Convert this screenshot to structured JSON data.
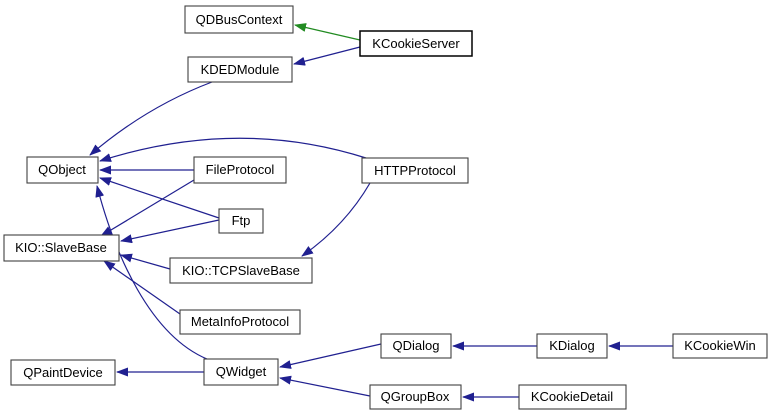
{
  "diagram": {
    "kind": "class-inheritance-graph",
    "background": "#ffffff",
    "colors": {
      "public_edge": "#202090",
      "protected_edge": "#228b22",
      "node_border": "#404040",
      "node_border_focus": "#000000",
      "node_fill": "#ffffff",
      "text": "#000000"
    },
    "nodes": {
      "qdbuscontext": {
        "label": "QDBusContext"
      },
      "kcookieserver": {
        "label": "KCookieServer"
      },
      "kdedmodule": {
        "label": "KDEDModule"
      },
      "qobject": {
        "label": "QObject"
      },
      "fileprotocol": {
        "label": "FileProtocol"
      },
      "httpprotocol": {
        "label": "HTTPProtocol"
      },
      "ftp": {
        "label": "Ftp"
      },
      "kioslavebase": {
        "label": "KIO::SlaveBase"
      },
      "kiotcpslavebase": {
        "label": "KIO::TCPSlaveBase"
      },
      "metainfoprotocol": {
        "label": "MetaInfoProtocol"
      },
      "qpaintdevice": {
        "label": "QPaintDevice"
      },
      "qwidget": {
        "label": "QWidget"
      },
      "qdialog": {
        "label": "QDialog"
      },
      "kdialog": {
        "label": "KDialog"
      },
      "kcookiewin": {
        "label": "KCookieWin"
      },
      "qgroupbox": {
        "label": "QGroupBox"
      },
      "kcookiedetail": {
        "label": "KCookieDetail"
      }
    },
    "edges": [
      {
        "from": "KCookieServer",
        "to": "QDBusContext",
        "type": "protected"
      },
      {
        "from": "KCookieServer",
        "to": "KDEDModule",
        "type": "public"
      },
      {
        "from": "KDEDModule",
        "to": "QObject",
        "type": "public"
      },
      {
        "from": "FileProtocol",
        "to": "QObject",
        "type": "public"
      },
      {
        "from": "HTTPProtocol",
        "to": "QObject",
        "type": "public"
      },
      {
        "from": "Ftp",
        "to": "QObject",
        "type": "public"
      },
      {
        "from": "QWidget",
        "to": "QObject",
        "type": "public"
      },
      {
        "from": "FileProtocol",
        "to": "KIO::SlaveBase",
        "type": "public"
      },
      {
        "from": "Ftp",
        "to": "KIO::SlaveBase",
        "type": "public"
      },
      {
        "from": "KIO::TCPSlaveBase",
        "to": "KIO::SlaveBase",
        "type": "public"
      },
      {
        "from": "MetaInfoProtocol",
        "to": "KIO::SlaveBase",
        "type": "public"
      },
      {
        "from": "HTTPProtocol",
        "to": "KIO::TCPSlaveBase",
        "type": "public"
      },
      {
        "from": "QWidget",
        "to": "QPaintDevice",
        "type": "public"
      },
      {
        "from": "QDialog",
        "to": "QWidget",
        "type": "public"
      },
      {
        "from": "QGroupBox",
        "to": "QWidget",
        "type": "public"
      },
      {
        "from": "KDialog",
        "to": "QDialog",
        "type": "public"
      },
      {
        "from": "KCookieWin",
        "to": "KDialog",
        "type": "public"
      },
      {
        "from": "KCookieDetail",
        "to": "QGroupBox",
        "type": "public"
      }
    ]
  }
}
